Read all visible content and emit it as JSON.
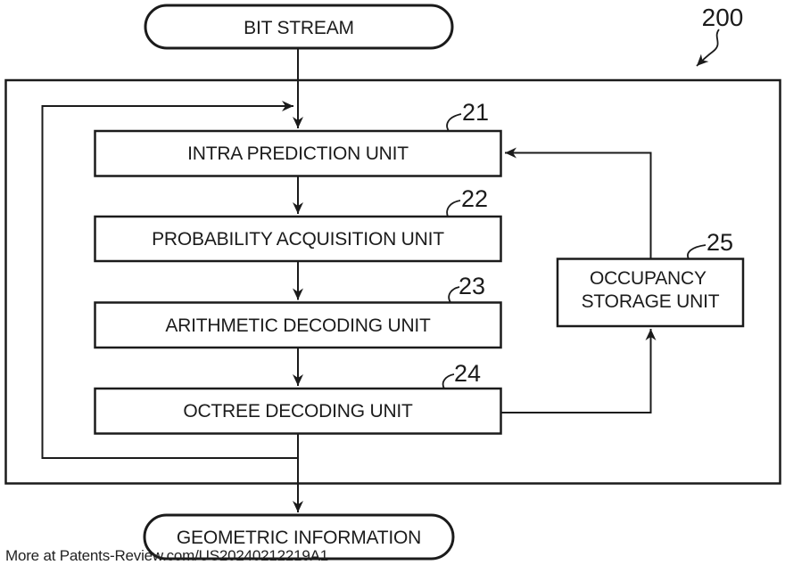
{
  "figure": {
    "reference_number": "200",
    "nodes": {
      "bit_stream": {
        "label": "BIT STREAM"
      },
      "intra_prediction": {
        "label": "INTRA PREDICTION UNIT",
        "ref": "21"
      },
      "probability_acquisition": {
        "label": "PROBABILITY ACQUISITION UNIT",
        "ref": "22"
      },
      "arithmetic_decoding": {
        "label": "ARITHMETIC DECODING UNIT",
        "ref": "23"
      },
      "octree_decoding": {
        "label": "OCTREE DECODING UNIT",
        "ref": "24"
      },
      "occupancy_storage": {
        "label_line1": "OCCUPANCY",
        "label_line2": "STORAGE UNIT",
        "ref": "25"
      },
      "geometric_information": {
        "label": "GEOMETRIC INFORMATION"
      }
    },
    "edges": [
      {
        "from": "bit_stream",
        "to": "intra_prediction"
      },
      {
        "from": "intra_prediction",
        "to": "probability_acquisition"
      },
      {
        "from": "probability_acquisition",
        "to": "arithmetic_decoding"
      },
      {
        "from": "arithmetic_decoding",
        "to": "octree_decoding"
      },
      {
        "from": "octree_decoding",
        "to": "occupancy_storage"
      },
      {
        "from": "occupancy_storage",
        "to": "intra_prediction"
      },
      {
        "from": "octree_decoding",
        "to": "geometric_information"
      },
      {
        "from": "octree_decoding",
        "to": "intra_prediction",
        "type": "feedback-loop"
      }
    ],
    "colors": {
      "line": "#1b1b1b",
      "text": "#1b1b1b",
      "background": "#ffffff",
      "footer_text": "#222222"
    }
  },
  "footer": {
    "text": "More at Patents-Review.com/US20240212219A1"
  }
}
